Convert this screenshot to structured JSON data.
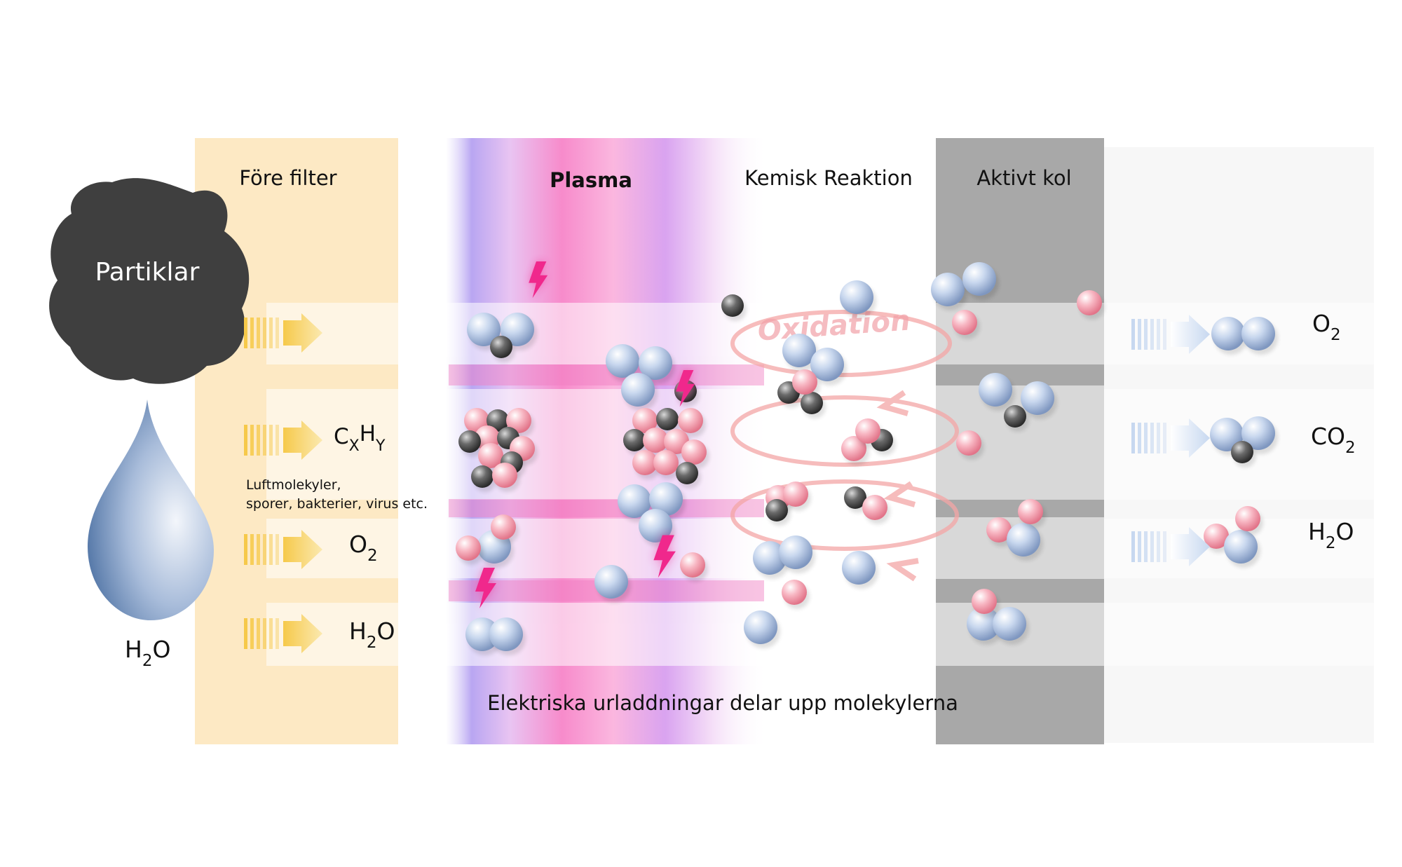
{
  "stages": {
    "prefilter": "Före filter",
    "plasma": "Plasma",
    "reaction": "Kemisk Reaktion",
    "carbon": "Aktivt kol"
  },
  "left": {
    "particles": "Partiklar",
    "water": {
      "base": "H",
      "sub": "2",
      "tail": "O"
    }
  },
  "inputs": {
    "cxhy": {
      "c": "C",
      "x": "X",
      "h": "H",
      "y": "Y"
    },
    "note_line1": "Luftmolekyler,",
    "note_line2": "sporer, bakterier, virus etc.",
    "o2": {
      "base": "O",
      "sub": "2"
    },
    "h2o": {
      "base": "H",
      "sub": "2",
      "tail": "O"
    }
  },
  "oxidation": "Oxidation",
  "caption": "Elektriska urladdningar delar upp molekylerna",
  "outputs": {
    "o2": {
      "base": "O",
      "sub": "2"
    },
    "co2": {
      "base": "CO",
      "sub": "2"
    },
    "h2o": {
      "base": "H",
      "sub": "2",
      "tail": "O"
    }
  },
  "colors": {
    "prefilter": "#fde9c4",
    "plasma_pink": "#f57fc4",
    "plasma_violet": "#c9a6f0",
    "carbon": "#a8a8a8",
    "particle_blob": "#3f3f3f",
    "oxygen_atom": "#b9cbe6",
    "hydrogen_atom": "#f5a8b6",
    "carbon_atom": "#555555",
    "spark": "#f0288c"
  }
}
